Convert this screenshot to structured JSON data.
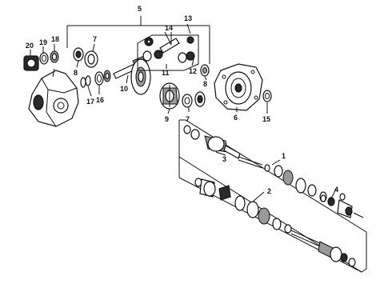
{
  "callouts": {
    "n1": "1",
    "n2": "2",
    "n3": "3",
    "n4": "4",
    "n5": "5",
    "n6": "6",
    "n7a": "7",
    "n7b": "7",
    "n8a": "8",
    "n8b": "8",
    "n9": "9",
    "n10": "10",
    "n11": "11",
    "n12": "12",
    "n13": "13",
    "n14": "14",
    "n15": "15",
    "n16": "16",
    "n17": "17",
    "n18": "18",
    "n19": "19",
    "n20": "20"
  }
}
